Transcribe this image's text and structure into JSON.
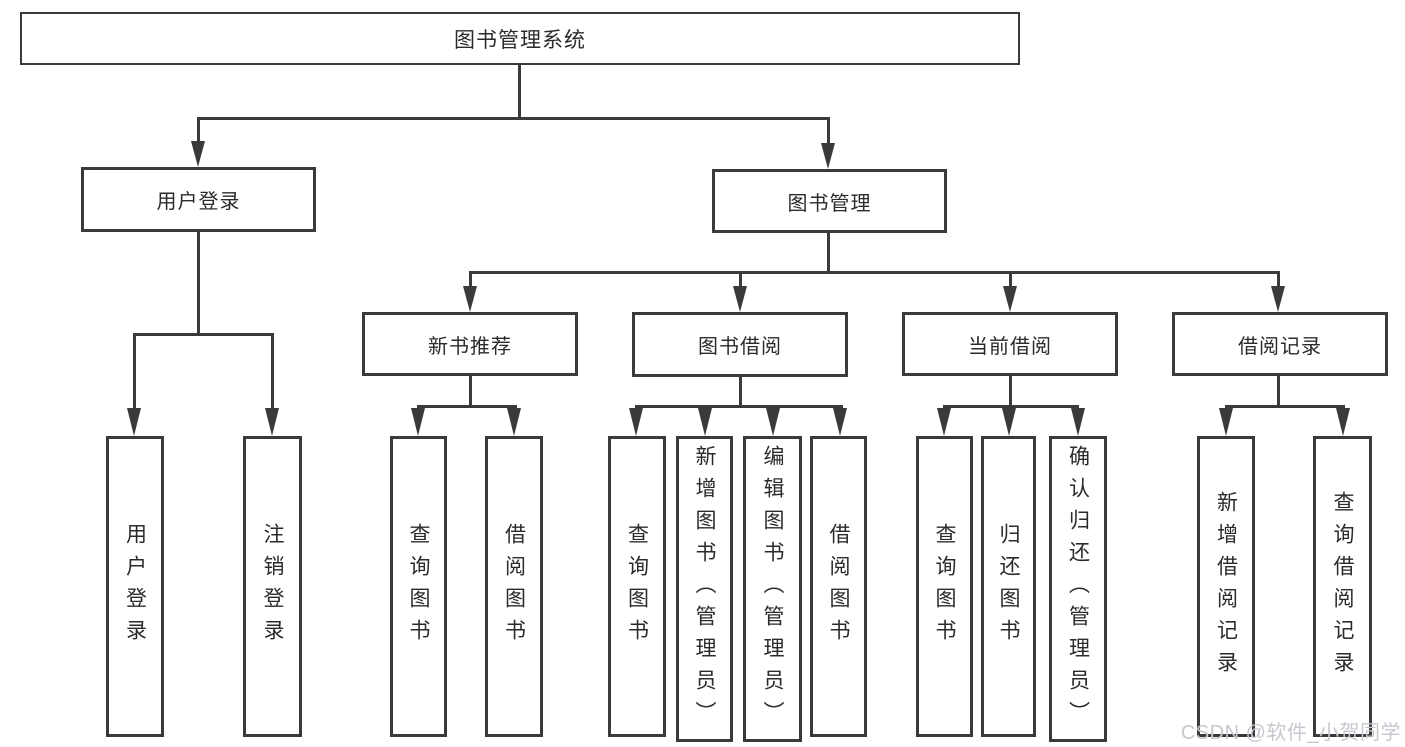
{
  "tree": {
    "root": "图书管理系统",
    "branches": [
      {
        "label": "用户登录",
        "children": [
          "用户登录",
          "注销登录"
        ]
      },
      {
        "label": "图书管理",
        "sections": [
          {
            "label": "新书推荐",
            "children": [
              "查询图书",
              "借阅图书"
            ]
          },
          {
            "label": "图书借阅",
            "children": [
              "查询图书",
              "新增图书（管理员）",
              "编辑图书（管理员）",
              "借阅图书"
            ]
          },
          {
            "label": "当前借阅",
            "children": [
              "查询图书",
              "归还图书",
              "确认归还（管理员）"
            ]
          },
          {
            "label": "借阅记录",
            "children": [
              "新增借阅记录",
              "查询借阅记录"
            ]
          }
        ]
      }
    ]
  },
  "watermark": "CSDN @软件_小贺同学",
  "colors": {
    "line": "#3a3a3a",
    "text": "#2b2b2b",
    "background": "#ffffff",
    "watermark": "#c5c9cf"
  }
}
